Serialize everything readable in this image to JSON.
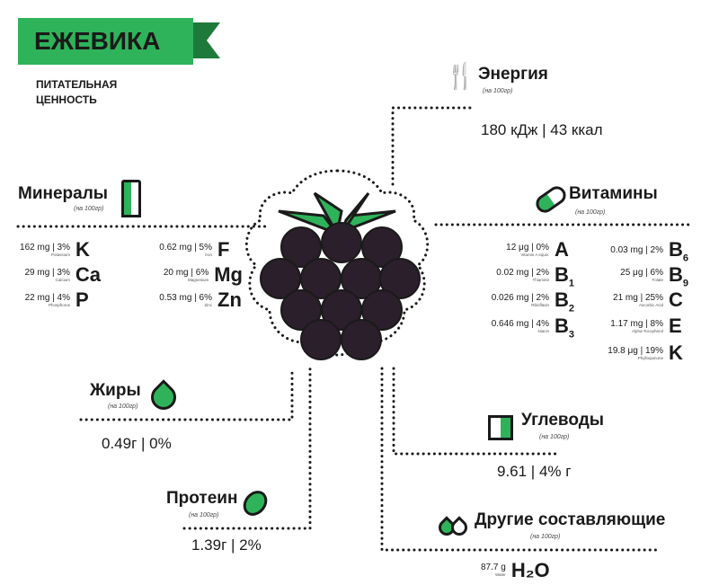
{
  "header": {
    "title": "ЕЖЕВИКА",
    "subtitle_line1": "ПИТАТЕЛЬНАЯ",
    "subtitle_line2": "ЦЕННОСТЬ"
  },
  "colors": {
    "accent": "#2fb35a",
    "accent_dark": "#1e7a3b",
    "berry": "#2b1f2b"
  },
  "per100": "(на 100гр)",
  "energy": {
    "title": "Энергия",
    "icon": "fork-knife-icon",
    "value": "180 кДж | 43 ккал"
  },
  "minerals": {
    "title": "Минералы",
    "icon": "crystal-icon",
    "items": [
      {
        "amount": "162 mg | 3%",
        "name": "Potassium",
        "symbol": "K",
        "sub": ""
      },
      {
        "amount": "29 mg | 3%",
        "name": "Calcium",
        "symbol": "Ca",
        "sub": ""
      },
      {
        "amount": "22 mg | 4%",
        "name": "Phosphorus",
        "symbol": "P",
        "sub": ""
      },
      {
        "amount": "0.62 mg | 5%",
        "name": "Iron",
        "symbol": "F",
        "sub": ""
      },
      {
        "amount": "20 mg | 6%",
        "name": "Magnesium",
        "symbol": "Mg",
        "sub": ""
      },
      {
        "amount": "0.53 mg | 6%",
        "name": "Zinc",
        "symbol": "Zn",
        "sub": ""
      }
    ]
  },
  "vitamins": {
    "title": "Витамины",
    "icon": "pill-icon",
    "items": [
      {
        "amount": "12 μg | 0%",
        "name": "Vitamin A equiv.",
        "symbol": "A",
        "sub": ""
      },
      {
        "amount": "0.02 mg | 2%",
        "name": "Thiamine",
        "symbol": "B",
        "sub": "1"
      },
      {
        "amount": "0.026 mg | 2%",
        "name": "Riboflavin",
        "symbol": "B",
        "sub": "2"
      },
      {
        "amount": "0.646 mg | 4%",
        "name": "Niacin",
        "symbol": "B",
        "sub": "3"
      },
      {
        "amount": "0.03 mg | 2%",
        "name": "",
        "symbol": "B",
        "sub": "6"
      },
      {
        "amount": "25 μg | 6%",
        "name": "Folate",
        "symbol": "B",
        "sub": "9"
      },
      {
        "amount": "21 mg | 25%",
        "name": "Ascorbic Acid",
        "symbol": "C",
        "sub": ""
      },
      {
        "amount": "1.17 mg | 8%",
        "name": "Alpha-Tocopherol",
        "symbol": "E",
        "sub": ""
      },
      {
        "amount": "19.8 μg | 19%",
        "name": "Phylloquinone",
        "symbol": "K",
        "sub": ""
      }
    ]
  },
  "fats": {
    "title": "Жиры",
    "icon": "drop-icon",
    "value": "0.49г | 0%"
  },
  "carbs": {
    "title": "Углеводы",
    "icon": "sugar-cube-icon",
    "value": "9.61 | 4% г"
  },
  "protein": {
    "title": "Протеин",
    "icon": "drumstick-icon",
    "value": "1.39г | 2%"
  },
  "other": {
    "title": "Другие составляющие",
    "icon": "water-drops-icon",
    "amount": "87.7 g",
    "name": "Water",
    "symbol": "H₂O"
  }
}
